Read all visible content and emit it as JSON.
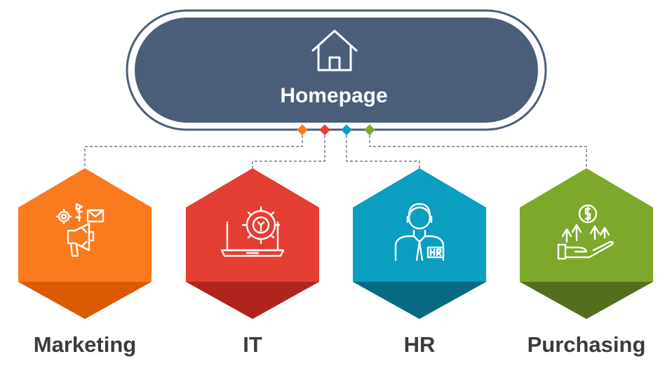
{
  "root": {
    "title": "Homepage",
    "icon": "house-icon",
    "fill": "#4a5e79",
    "outline": "#4a5e79"
  },
  "connector_color": "#4a5e79",
  "departments": [
    {
      "id": "marketing",
      "label": "Marketing",
      "icon": "marketing-megaphone-icon",
      "color": "#fa7a1e",
      "shade": "#d95a00"
    },
    {
      "id": "it",
      "label": "IT",
      "icon": "laptop-gear-icon",
      "color": "#e43e33",
      "shade": "#b0241d"
    },
    {
      "id": "hr",
      "label": "HR",
      "icon": "hr-person-icon",
      "color": "#0a9ec0",
      "shade": "#076a83"
    },
    {
      "id": "purchasing",
      "label": "Purchasing",
      "icon": "hand-coin-growth-icon",
      "color": "#7ea82b",
      "shade": "#536f1d"
    }
  ]
}
